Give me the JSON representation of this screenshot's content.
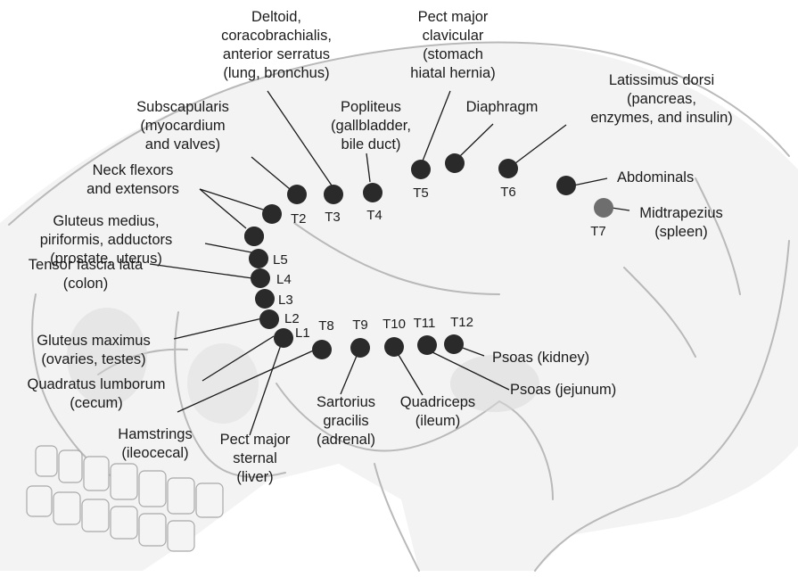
{
  "labels": [
    {
      "key": "deltoid",
      "lines": [
        "Deltoid,",
        "coracobrachialis,",
        "anterior serratus",
        "(lung, bronchus)"
      ]
    },
    {
      "key": "pect_clav",
      "lines": [
        "Pect major",
        "clavicular",
        "(stomach",
        "hiatal hernia)"
      ]
    },
    {
      "key": "latissimus",
      "lines": [
        "Latissimus dorsi",
        "(pancreas,",
        "enzymes, and insulin)"
      ]
    },
    {
      "key": "subscapularis",
      "lines": [
        "Subscapularis",
        "(myocardium",
        "and valves)"
      ]
    },
    {
      "key": "popliteus",
      "lines": [
        "Popliteus",
        "(gallbladder,",
        "bile duct)"
      ]
    },
    {
      "key": "diaphragm",
      "lines": [
        "Diaphragm"
      ]
    },
    {
      "key": "neck",
      "lines": [
        "Neck flexors",
        "and extensors"
      ]
    },
    {
      "key": "abdominals",
      "lines": [
        "Abdominals"
      ]
    },
    {
      "key": "midtrapezius",
      "lines": [
        "Midtrapezius",
        "(spleen)"
      ]
    },
    {
      "key": "gluteus_medius",
      "lines": [
        "Gluteus medius,",
        "piriformis, adductors",
        "(prostate, uterus)"
      ]
    },
    {
      "key": "tensor",
      "lines": [
        "Tensor fascia lata",
        "(colon)"
      ]
    },
    {
      "key": "gluteus_max",
      "lines": [
        "Gluteus maximus",
        "(ovaries, testes)"
      ]
    },
    {
      "key": "quadratus",
      "lines": [
        "Quadratus lumborum",
        "(cecum)"
      ]
    },
    {
      "key": "psoas_kidney",
      "lines": [
        "Psoas (kidney)"
      ]
    },
    {
      "key": "psoas_jejunum",
      "lines": [
        "Psoas (jejunum)"
      ]
    },
    {
      "key": "sartorius",
      "lines": [
        "Sartorius",
        "gracilis",
        "(adrenal)"
      ]
    },
    {
      "key": "quadriceps",
      "lines": [
        "Quadriceps",
        "(ileum)"
      ]
    },
    {
      "key": "pect_sternal",
      "lines": [
        "Pect major",
        "sternal",
        "(liver)"
      ]
    },
    {
      "key": "hamstrings",
      "lines": [
        "Hamstrings",
        "(ileocecal)"
      ]
    }
  ],
  "points": [
    {
      "key": "T2",
      "code": "T2"
    },
    {
      "key": "T3",
      "code": "T3"
    },
    {
      "key": "T4",
      "code": "T4"
    },
    {
      "key": "T5",
      "code": "T5"
    },
    {
      "key": "diaphragm",
      "code": ""
    },
    {
      "key": "T6",
      "code": "T6"
    },
    {
      "key": "abdominals",
      "code": ""
    },
    {
      "key": "T7",
      "code": "T7"
    },
    {
      "key": "subscap",
      "code": ""
    },
    {
      "key": "neck",
      "code": ""
    },
    {
      "key": "gmed",
      "code": ""
    },
    {
      "key": "L5",
      "code": "L5"
    },
    {
      "key": "L4",
      "code": "L4"
    },
    {
      "key": "L3",
      "code": "L3"
    },
    {
      "key": "L2",
      "code": "L2"
    },
    {
      "key": "L1",
      "code": "L1"
    },
    {
      "key": "T8",
      "code": "T8"
    },
    {
      "key": "T9",
      "code": "T9"
    },
    {
      "key": "T10",
      "code": "T10"
    },
    {
      "key": "T11",
      "code": "T11"
    },
    {
      "key": "T12",
      "code": "T12"
    }
  ],
  "colors": {
    "ink": "#1b1b1b",
    "dot": "#2a2a2a",
    "dot_light": "#6e6e6e",
    "skull_line": "#b9b9b9"
  }
}
